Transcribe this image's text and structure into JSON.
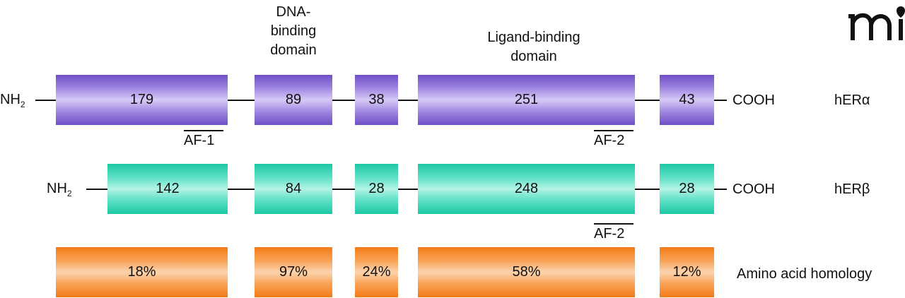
{
  "domains": {
    "dna_binding": "DNA-\nbinding\ndomain",
    "ligand_binding": "Ligand-binding\ndomain"
  },
  "hera": {
    "name": "hERα",
    "n_term_main": "NH",
    "n_term_sub": "2",
    "c_term": "COOH",
    "segments": [
      "179",
      "89",
      "38",
      "251",
      "43"
    ]
  },
  "herb": {
    "name": "hERβ",
    "n_term_main": "NH",
    "n_term_sub": "2",
    "c_term": "COOH",
    "segments": [
      "142",
      "84",
      "28",
      "248",
      "28"
    ]
  },
  "homology": {
    "label": "Amino acid homology",
    "segments": [
      "18%",
      "97%",
      "24%",
      "58%",
      "12%"
    ]
  },
  "af_labels": {
    "af1": "AF-1",
    "af2_alpha": "AF-2",
    "af2_beta": "AF-2"
  },
  "colors": {
    "purple": "#8a6bd6",
    "teal": "#3fd8b8",
    "orange": "#f7923a"
  },
  "logo_icon": "mi-logo"
}
